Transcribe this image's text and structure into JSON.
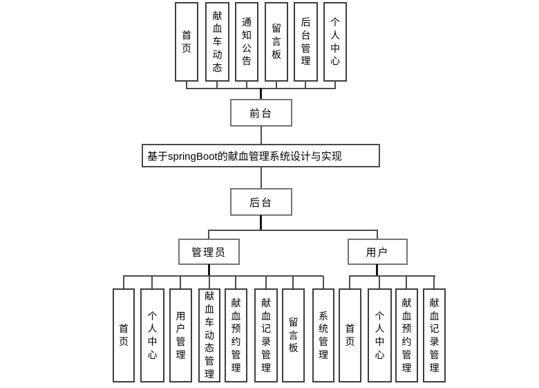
{
  "colors": {
    "background": "#ffffff",
    "box_border": "#3d3d3d",
    "box_border_light": "#757575",
    "connector": "#4d4d4d",
    "connector_dark": "#141414",
    "text": "#000000"
  },
  "root": {
    "title": "基于springBoot的献血管理系统设计与实现"
  },
  "frontend": {
    "label": "前台",
    "children": [
      "首页",
      "献血车动态",
      "通知公告",
      "留言板",
      "后台管理",
      "个人中心"
    ]
  },
  "backend": {
    "label": "后台",
    "admin": {
      "label": "管理员",
      "children": [
        "首页",
        "个人中心",
        "用户管理",
        "献血车动态管理",
        "献血预约管理",
        "献血记录管理",
        "留言板",
        "系统管理"
      ]
    },
    "user": {
      "label": "用户",
      "children": [
        "首页",
        "个人中心",
        "献血预约管理",
        "献血记录管理"
      ]
    }
  }
}
